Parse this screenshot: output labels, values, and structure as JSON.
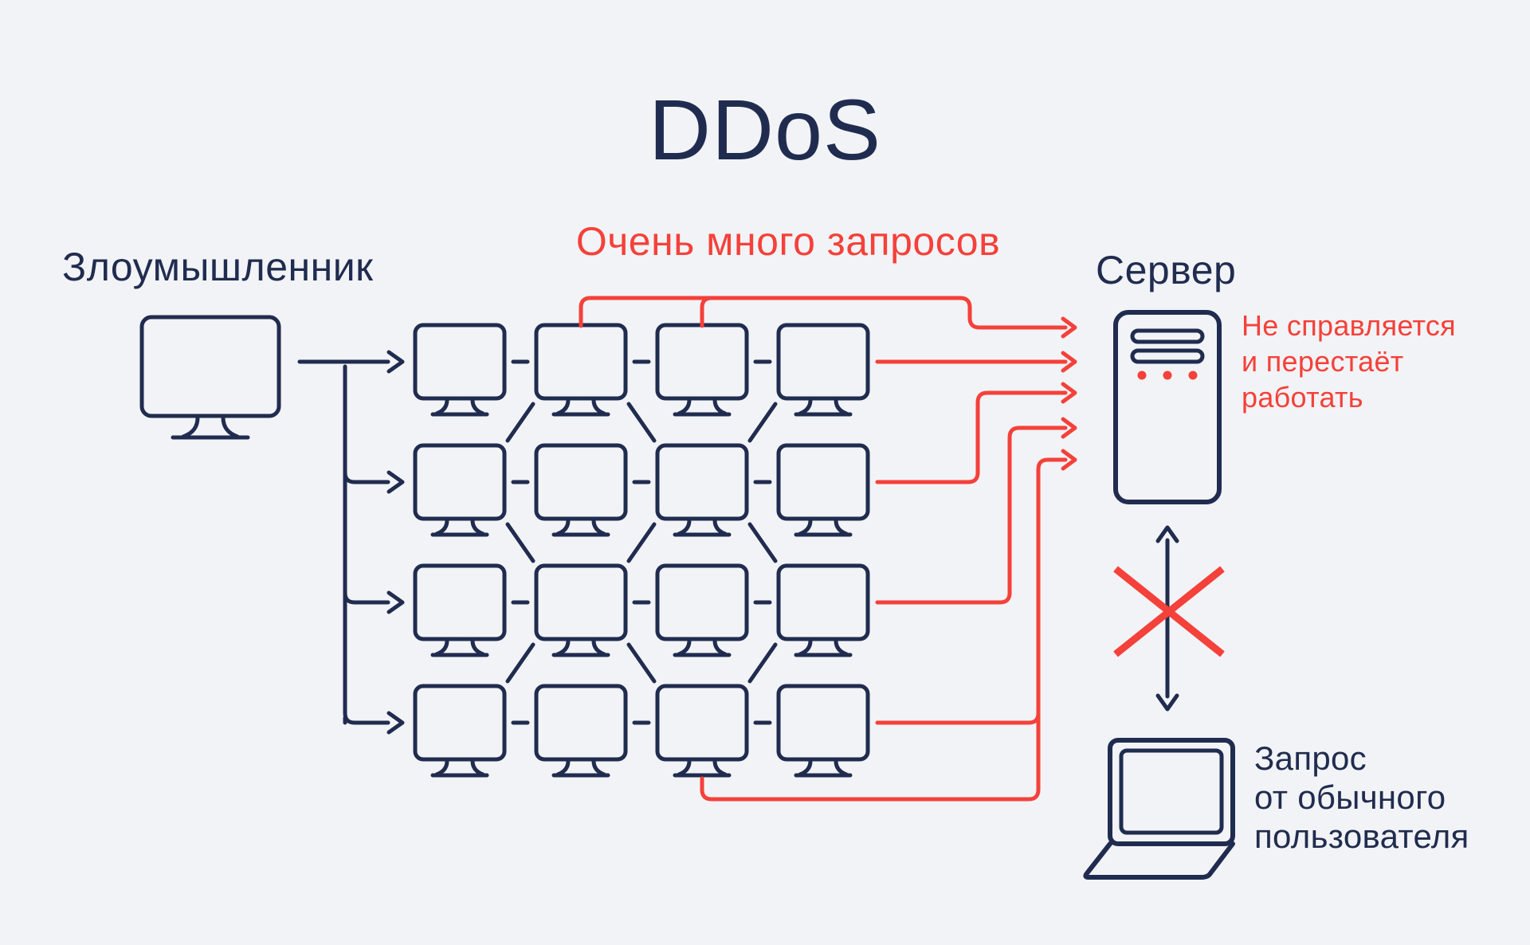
{
  "title": "DDoS",
  "colors": {
    "background": "#f2f3f6",
    "navy": "#202c4f",
    "red": "#f4413a"
  },
  "attacker": {
    "label": "Злоумышленник",
    "icon": "desktop-computer-icon"
  },
  "botnet": {
    "caption": "Очень много запросов",
    "rows": 4,
    "cols": 4,
    "computers": 16,
    "icon": "desktop-computer-icon"
  },
  "server": {
    "label": "Сервер",
    "icon": "server-tower-icon",
    "overload_note_lines": [
      "Не справляется",
      "и перестаёт",
      "работать"
    ]
  },
  "regular_user": {
    "icon": "laptop-icon",
    "caption_lines": [
      "Запрос",
      "от обычного",
      "пользователя"
    ]
  },
  "connections": {
    "attack_arrow_count": 5,
    "distribution_arrow_count": 4,
    "user_request_blocked": true
  }
}
